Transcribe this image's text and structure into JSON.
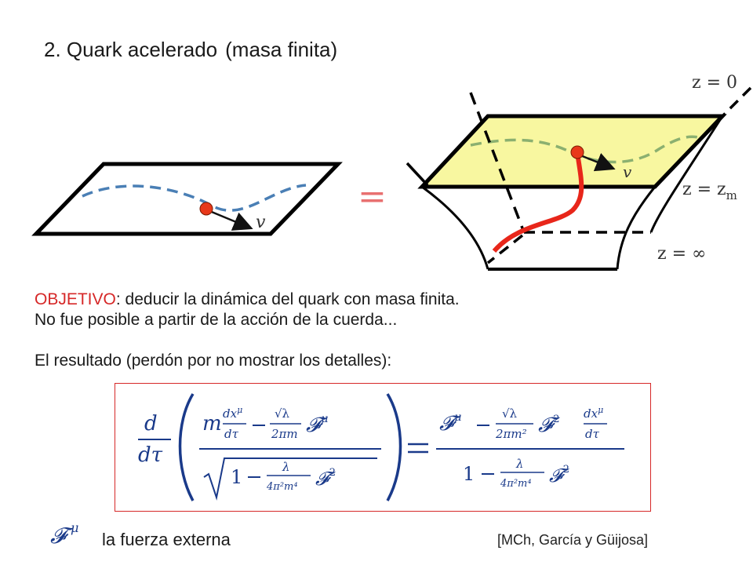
{
  "slide": {
    "title_part1": "2. Quark acelerado",
    "title_part2": "(masa finita)",
    "objective_label": "OBJETIVO",
    "objective_text": ": deducir la dinámica del quark con masa finita.",
    "line2": "No fue posible a partir de la acción de la cuerda...",
    "line3": "El resultado (perdón por no mostrar los detalles):",
    "footer_text": "la fuerza externa",
    "reference": "[MCh, García y Güijosa]"
  },
  "diagram": {
    "velocity_label": "v",
    "equals_sign": "=",
    "label_z0": "z = 0",
    "label_zm": "z = z",
    "label_zm_sub": "m",
    "label_zinf": "z = ∞"
  },
  "equation": {
    "lhs_d": "d",
    "lhs_dtau": "dτ",
    "m": "m",
    "dx_mu": "dx",
    "mu": "μ",
    "dtau": "dτ",
    "sqrt_lambda": "√λ",
    "two_pi_m": "2πm",
    "F": "𝓕",
    "one": "1",
    "lambda": "λ",
    "four_pi2_m4": "4π²m⁴",
    "two_pi_m2": "2πm²",
    "sq": "2"
  },
  "colors": {
    "accent_red": "#d62828",
    "string_blue": "#4a7fb5",
    "string_green": "#8bb070",
    "plane_yellow": "#f8f7a0",
    "quark_red": "#e8381a",
    "equals_red": "#e87070",
    "equation_blue": "#1a3a8a"
  }
}
